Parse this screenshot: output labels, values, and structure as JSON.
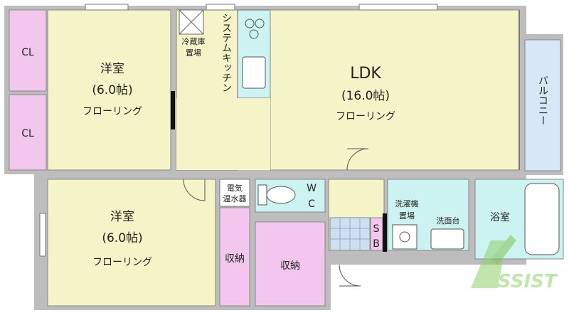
{
  "rooms": {
    "western_room_top": {
      "name": "洋室",
      "size": "(6.0帖)",
      "floor": "フローリング"
    },
    "western_room_bottom": {
      "name": "洋室",
      "size": "(6.0帖)",
      "floor": "フローリング"
    },
    "ldk": {
      "name": "LDK",
      "size": "(16.0帖)",
      "floor": "フローリング"
    },
    "closet_top": "CL",
    "closet_middle": "CL",
    "fridge_space": [
      "冷蔵庫",
      "置場"
    ],
    "system_kitchen": "システムキッチン",
    "balcony": "バルコニー",
    "water_heater": [
      "電気",
      "温水器"
    ],
    "toilet": [
      "W",
      "C"
    ],
    "shoe_box": [
      "S",
      "B"
    ],
    "laundry_space": [
      "洗濯機",
      "置場"
    ],
    "washbasin": "洗面台",
    "bathroom": "浴室",
    "storage_small": "収納",
    "storage_large": "収納"
  },
  "logo": {
    "text": "ASSIST",
    "color": "#8fd16a"
  },
  "colors": {
    "floor": "#f5f4c8",
    "closet": "#f3c6ee",
    "wet_area": "#cdf2f2",
    "balcony": "#d7e7f7",
    "wall": "#9a9a9a"
  }
}
